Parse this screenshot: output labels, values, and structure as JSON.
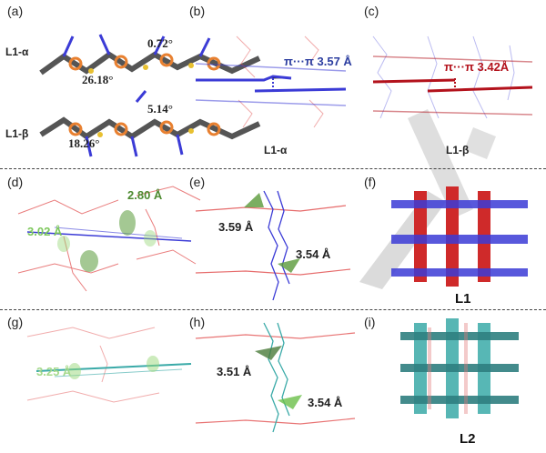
{
  "panels": {
    "a": {
      "label": "(a)",
      "mol1": "L1-α",
      "mol2": "L1-β",
      "angle1": "0.72°",
      "angle2": "26.18°",
      "angle3": "5.14°",
      "angle4": "18.26°"
    },
    "b": {
      "label": "(b)",
      "interaction": "π···π 3.57 Å",
      "name": "L1-α"
    },
    "c": {
      "label": "(c)",
      "interaction": "π···π 3.42Å",
      "name": "L1-β"
    },
    "d": {
      "label": "(d)",
      "dist1": "2.80 Å",
      "dist2": "3.02 Å"
    },
    "e": {
      "label": "(e)",
      "dist1": "3.59 Å",
      "dist2": "3.54 Å"
    },
    "f": {
      "label": "(f)",
      "name": "L1"
    },
    "g": {
      "label": "(g)",
      "dist1": "3.25 Å"
    },
    "h": {
      "label": "(h)",
      "dist1": "3.51 Å",
      "dist2": "3.54 Å"
    },
    "i": {
      "label": "(i)",
      "name": "L2"
    }
  },
  "colors": {
    "blue": "#3b3bd6",
    "red": "#e04646",
    "cyan": "#3aaaa8",
    "green": "#6cbf4a",
    "darkred": "#b3121c",
    "gray": "#cfcfcf"
  }
}
